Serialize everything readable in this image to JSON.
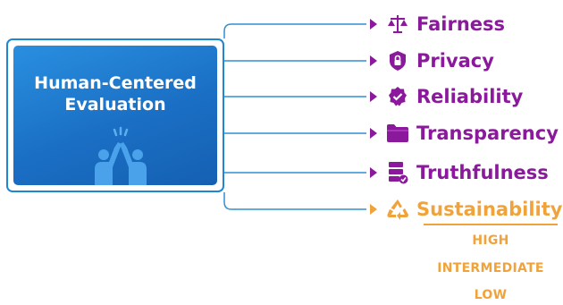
{
  "card": {
    "title_line1": "Human-Centered",
    "title_line2": "Evaluation",
    "illustration_icon": "high-five-people-icon"
  },
  "principles": [
    {
      "label": "Fairness",
      "icon": "scales-icon"
    },
    {
      "label": "Privacy",
      "icon": "shield-lock-icon"
    },
    {
      "label": "Reliability",
      "icon": "badge-check-icon"
    },
    {
      "label": "Transparency",
      "icon": "folder-icon"
    },
    {
      "label": "Truthfulness",
      "icon": "server-check-icon"
    },
    {
      "label": "Sustainability",
      "icon": "recycle-icon",
      "selected": true
    }
  ],
  "sustainability_levels": [
    "HIGH",
    "INTERMEDIATE",
    "LOW"
  ],
  "colors": {
    "accent": "#8a1a9b",
    "selected": "#f0a33a",
    "card_blue": "#1a6fc4",
    "connector": "#2f8fd6"
  }
}
